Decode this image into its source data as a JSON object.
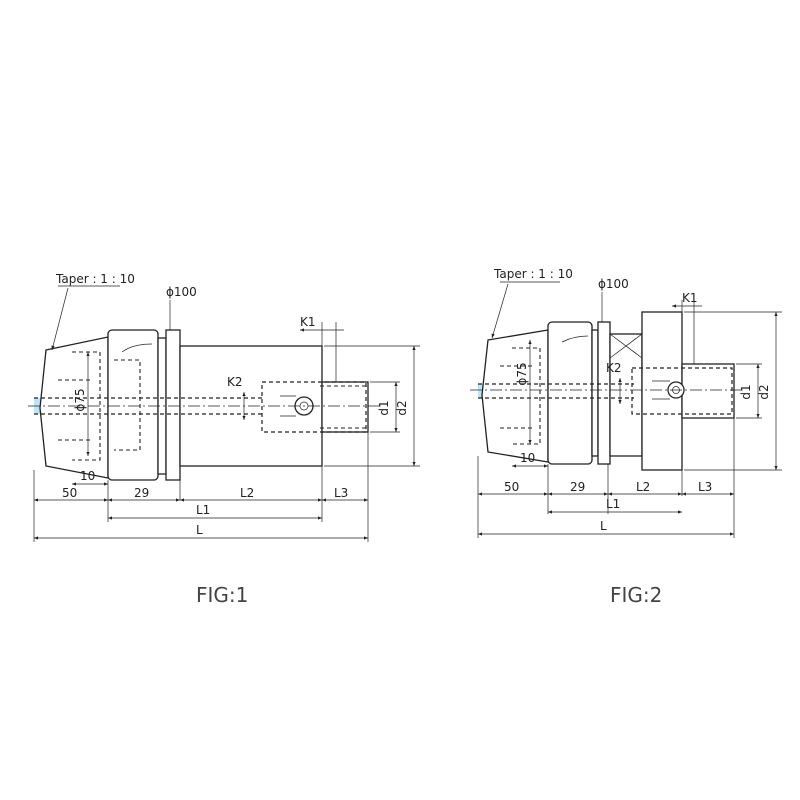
{
  "figures": [
    {
      "id": "fig1",
      "caption": "FIG:1",
      "labels": {
        "taper": "Taper : 1 : 10",
        "dia100": "ϕ100",
        "dia75": "ϕ75",
        "k1": "K1",
        "k2": "K2",
        "d1": "d1",
        "d2": "d2",
        "dim10": "10",
        "dim50": "50",
        "dim29": "29",
        "l2": "L2",
        "l3": "L3",
        "l1": "L1",
        "l": "L"
      }
    },
    {
      "id": "fig2",
      "caption": "FIG:2",
      "labels": {
        "taper": "Taper : 1 : 10",
        "dia100": "ϕ100",
        "dia75": "ϕ75",
        "k1": "K1",
        "k2": "K2",
        "d1": "d1",
        "d2": "d2",
        "dim10": "10",
        "dim50": "50",
        "dim29": "29",
        "l2": "L2",
        "l3": "L3",
        "l1": "L1",
        "l": "L"
      }
    }
  ]
}
